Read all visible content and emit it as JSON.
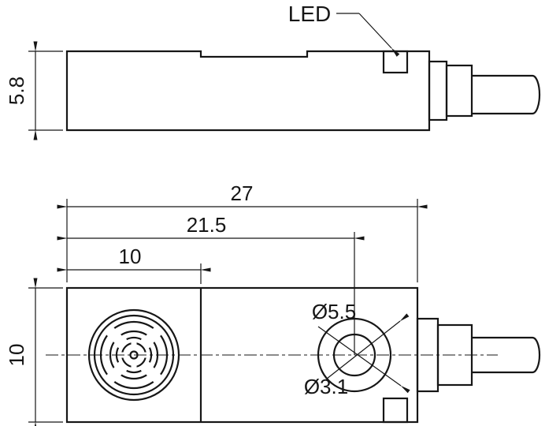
{
  "callouts": {
    "led": "LED"
  },
  "dimensions": {
    "side_height_mm": "5.8",
    "overall_length_mm": "27",
    "hole_offset_mm": "21.5",
    "sensing_face_width_mm": "10",
    "body_width_mm": "10",
    "hole_outer_dia": "Ø5.5",
    "hole_inner_dia": "Ø3.1"
  }
}
